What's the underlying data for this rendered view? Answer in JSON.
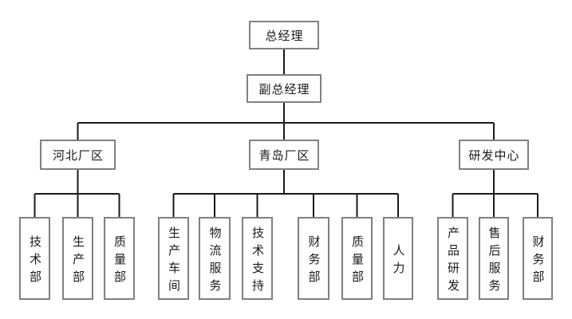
{
  "org_chart": {
    "nodes": {
      "root": "总经理",
      "deputy": "副总经理"
    },
    "branches": [
      {
        "label": "河北厂区",
        "children": [
          "技术部",
          "生产部",
          "质量部"
        ]
      },
      {
        "label": "青岛厂区",
        "children": [
          "生产车间",
          "物流服务",
          "技术支持",
          "财务部",
          "质量部",
          "人力"
        ]
      },
      {
        "label": "研发中心",
        "children": [
          "产品研发",
          "售后服务",
          "财务部"
        ]
      }
    ],
    "colors": {
      "background": "#ffffff",
      "box_border": "#808080",
      "box_fill": "#ffffff",
      "connector": "#1a1a1a",
      "text": "#1a1a1a"
    }
  }
}
